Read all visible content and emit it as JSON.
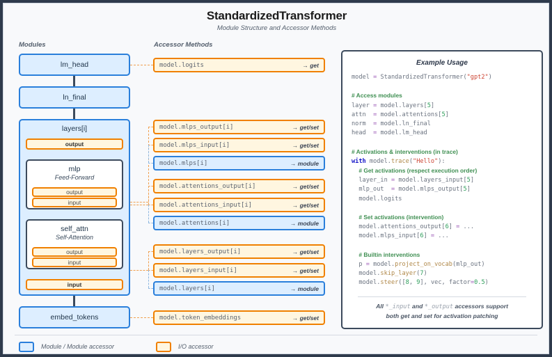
{
  "header": {
    "title": "StandardizedTransformer",
    "subtitle": "Module Structure and Accessor Methods"
  },
  "columns": {
    "modules_caption": "Modules",
    "accessors_caption": "Accessor Methods"
  },
  "modules": {
    "lm_head": "lm_head",
    "ln_final": "ln_final",
    "layers": "layers[i]",
    "layers_output_chip": "output",
    "layers_input_chip": "input",
    "mlp": {
      "name": "mlp",
      "subtitle": "Feed-Forward",
      "output": "output",
      "input": "input"
    },
    "self_attn": {
      "name": "self_attn",
      "subtitle": "Self-Attention",
      "output": "output",
      "input": "input"
    },
    "embed_tokens": "embed_tokens"
  },
  "accessors": [
    {
      "code": "model.logits",
      "kind": "→ get",
      "style": "orange"
    },
    {
      "code": "model.mlps_output[i]",
      "kind": "→ get/set",
      "style": "orange"
    },
    {
      "code": "model.mlps_input[i]",
      "kind": "→ get/set",
      "style": "orange"
    },
    {
      "code": "model.mlps[i]",
      "kind": "→ module",
      "style": "blue"
    },
    {
      "code": "model.attentions_output[i]",
      "kind": "→ get/set",
      "style": "orange"
    },
    {
      "code": "model.attentions_input[i]",
      "kind": "→ get/set",
      "style": "orange"
    },
    {
      "code": "model.attentions[i]",
      "kind": "→ module",
      "style": "blue"
    },
    {
      "code": "model.layers_output[i]",
      "kind": "→ get/set",
      "style": "orange"
    },
    {
      "code": "model.layers_input[i]",
      "kind": "→ get/set",
      "style": "orange"
    },
    {
      "code": "model.layers[i]",
      "kind": "→ module",
      "style": "blue"
    },
    {
      "code": "model.token_embeddings",
      "kind": "→ get/set",
      "style": "orange"
    }
  ],
  "example": {
    "title": "Example Usage",
    "lines": [
      "model = StandardizedTransformer(\"gpt2\")",
      "",
      "# Access modules",
      "layer = model.layers[5]",
      "attn  = model.attentions[5]",
      "norm  = model.ln_final",
      "head  = model.lm_head",
      "",
      "# Activations & interventions (in trace)",
      "with model.trace(\"Hello\"):",
      "  # Get activations (respect execution order)",
      "  layer_in = model.layers_input[5]",
      "  mlp_out  = model.mlps_output[5]",
      "  model.logits",
      "",
      "  # Set activations (intervention)",
      "  model.attentions_output[6] = ...",
      "  model.mlps_input[6] = ...",
      "",
      "  # Builtin interventions",
      "  p = model.project_on_vocab(mlp_out)",
      "  model.skip_layer(7)",
      "  model.steer([8, 9], vec, factor=0.5)"
    ],
    "note_line1_a": "All ",
    "note_line1_mono1": "*_input",
    "note_line1_b": " and ",
    "note_line1_mono2": "*_output",
    "note_line1_c": " accessors support",
    "note_line2": "both get and set for activation patching"
  },
  "legend": {
    "module_label": "Module / Module accessor",
    "io_label": "I/O accessor"
  },
  "colors": {
    "module_fill": "#ddeeff",
    "module_border": "#2a7fdb",
    "io_fill": "#fff6e0",
    "io_border": "#f08000",
    "panel_border": "#3c4a5c",
    "canvas_bg": "#f8f9fb",
    "frame": "#2f3b4c"
  }
}
